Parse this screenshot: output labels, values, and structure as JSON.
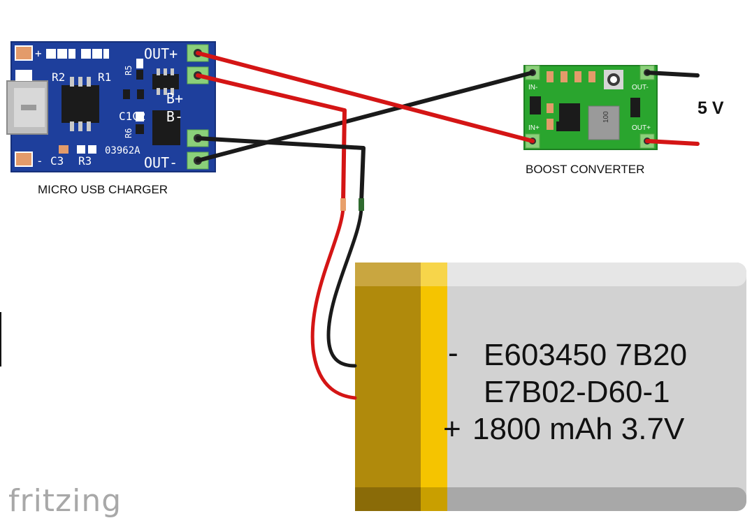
{
  "charger": {
    "caption": "MICRO USB CHARGER",
    "pin_out_plus": "OUT+",
    "pin_b_plus": "B+",
    "pin_b_minus": "B-",
    "pin_out_minus": "OUT-",
    "label_plus": "+",
    "label_minus": "-",
    "label_r2": "R2",
    "label_r1": "R1",
    "label_r5": "R5",
    "label_c1c2": "C1C2",
    "label_r6": "R6",
    "label_c3": "C3",
    "label_r3": "R3",
    "label_code": "03962A",
    "board_color": "#1e3f9c"
  },
  "boost": {
    "caption": "BOOST CONVERTER",
    "pin_in_minus": "IN-",
    "pin_in_plus": "IN+",
    "pin_out_minus": "OUT-",
    "pin_out_plus": "OUT+",
    "inductor_label": "100",
    "board_color": "#2aa52e"
  },
  "output": {
    "label": "5 V"
  },
  "battery": {
    "line1": "E603450 7B20",
    "line2": "E7B02-D60-1",
    "line3": "1800 mAh 3.7V",
    "plus_symbol": "+",
    "minus_symbol": "-",
    "band_color": "#b08a0c",
    "stripe_color": "#f5c400",
    "body_color": "#d2d2d2"
  },
  "wires": {
    "red": "#d41515",
    "black": "#1a1a1a"
  },
  "logo": {
    "text": "fritzing"
  }
}
